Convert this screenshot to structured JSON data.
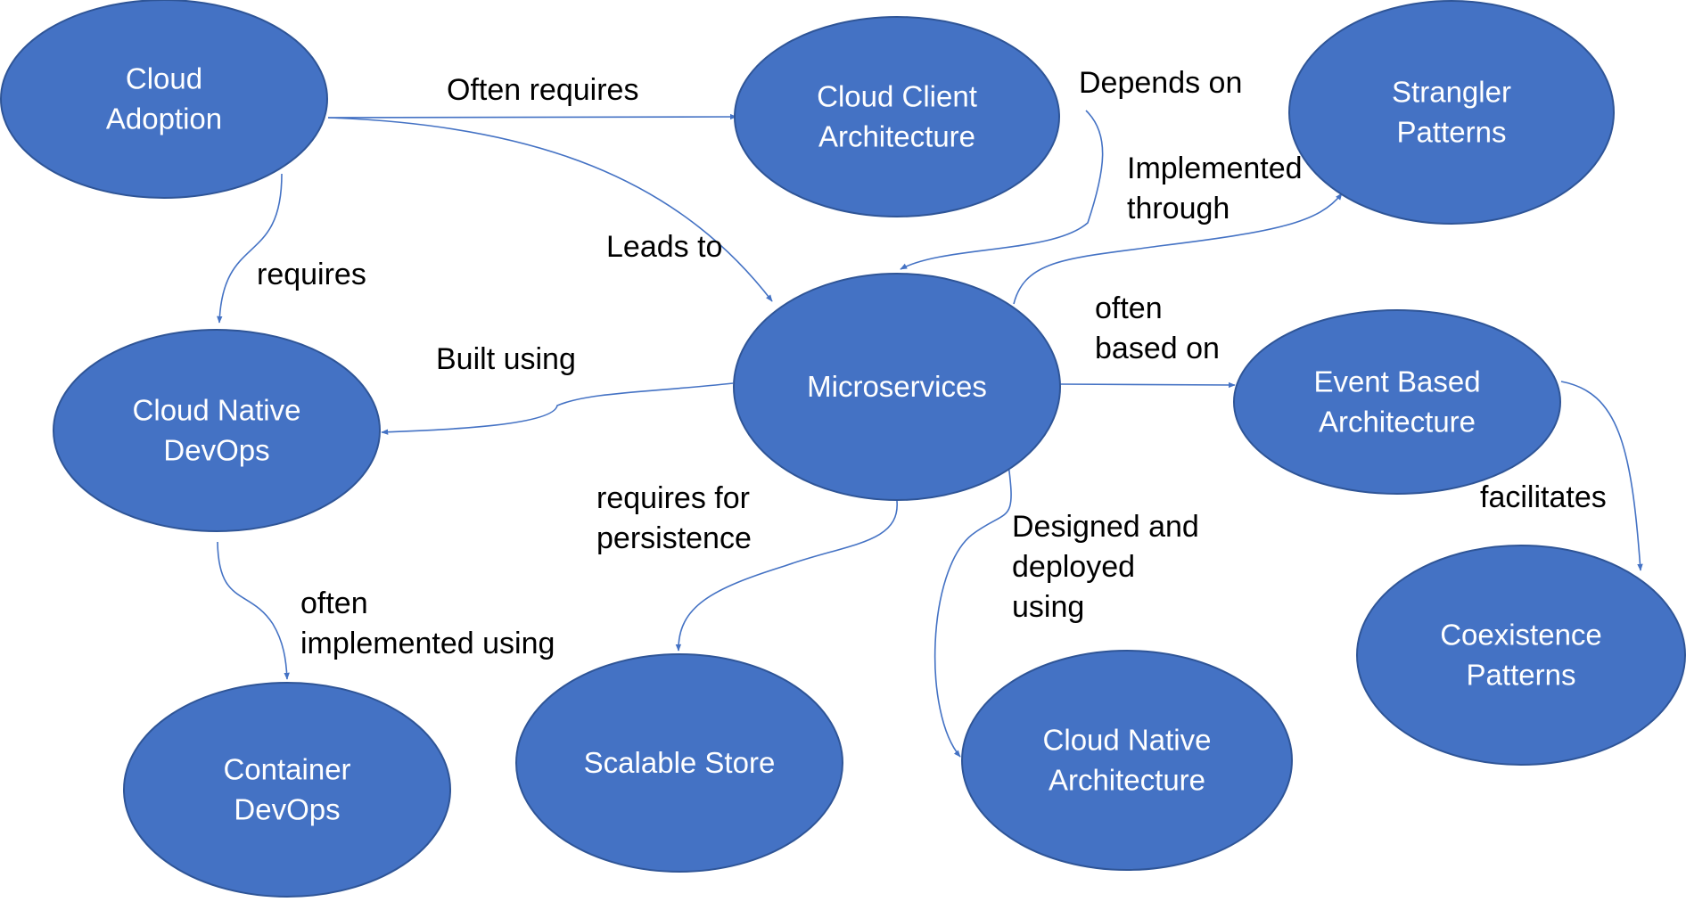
{
  "colors": {
    "node_fill": "#4472c4",
    "node_text": "#ffffff",
    "edge": "#4472c4",
    "label": "#000000"
  },
  "nodes": [
    {
      "id": "cloud-adoption",
      "lines": [
        "Cloud",
        "Adoption"
      ]
    },
    {
      "id": "cloud-client-architecture",
      "lines": [
        "Cloud Client",
        "Architecture"
      ]
    },
    {
      "id": "strangler-patterns",
      "lines": [
        "Strangler",
        "Patterns"
      ]
    },
    {
      "id": "cloud-native-devops",
      "lines": [
        "Cloud Native",
        "DevOps"
      ]
    },
    {
      "id": "microservices",
      "lines": [
        "Microservices"
      ]
    },
    {
      "id": "event-based-architecture",
      "lines": [
        "Event Based",
        "Architecture"
      ]
    },
    {
      "id": "coexistence-patterns",
      "lines": [
        "Coexistence",
        "Patterns"
      ]
    },
    {
      "id": "container-devops",
      "lines": [
        "Container",
        "DevOps"
      ]
    },
    {
      "id": "scalable-store",
      "lines": [
        "Scalable Store"
      ]
    },
    {
      "id": "cloud-native-architecture",
      "lines": [
        "Cloud Native",
        "Architecture"
      ]
    }
  ],
  "edges": [
    {
      "id": "often-requires",
      "from": "cloud-adoption",
      "to": "cloud-client-architecture",
      "lines": [
        "Often requires"
      ]
    },
    {
      "id": "leads-to",
      "from": "cloud-adoption",
      "to": "microservices",
      "lines": [
        "Leads to"
      ]
    },
    {
      "id": "requires",
      "from": "cloud-adoption",
      "to": "cloud-native-devops",
      "lines": [
        "requires"
      ]
    },
    {
      "id": "depends-on",
      "from": "cloud-client-architecture",
      "to": "microservices",
      "lines": [
        "Depends on"
      ]
    },
    {
      "id": "implemented-through",
      "from": "microservices",
      "to": "strangler-patterns",
      "lines": [
        "Implemented",
        "through"
      ]
    },
    {
      "id": "built-using",
      "from": "microservices",
      "to": "cloud-native-devops",
      "lines": [
        "Built using"
      ]
    },
    {
      "id": "often-based-on",
      "from": "microservices",
      "to": "event-based-architecture",
      "lines": [
        "often",
        "based on"
      ]
    },
    {
      "id": "requires-for-persistence",
      "from": "microservices",
      "to": "scalable-store",
      "lines": [
        "requires for",
        "persistence"
      ]
    },
    {
      "id": "designed-and-deployed-using",
      "from": "microservices",
      "to": "cloud-native-architecture",
      "lines": [
        "Designed and",
        "deployed",
        "using"
      ]
    },
    {
      "id": "often-implemented-using",
      "from": "cloud-native-devops",
      "to": "container-devops",
      "lines": [
        "often",
        "implemented using"
      ]
    },
    {
      "id": "facilitates",
      "from": "event-based-architecture",
      "to": "coexistence-patterns",
      "lines": [
        "facilitates"
      ]
    }
  ]
}
